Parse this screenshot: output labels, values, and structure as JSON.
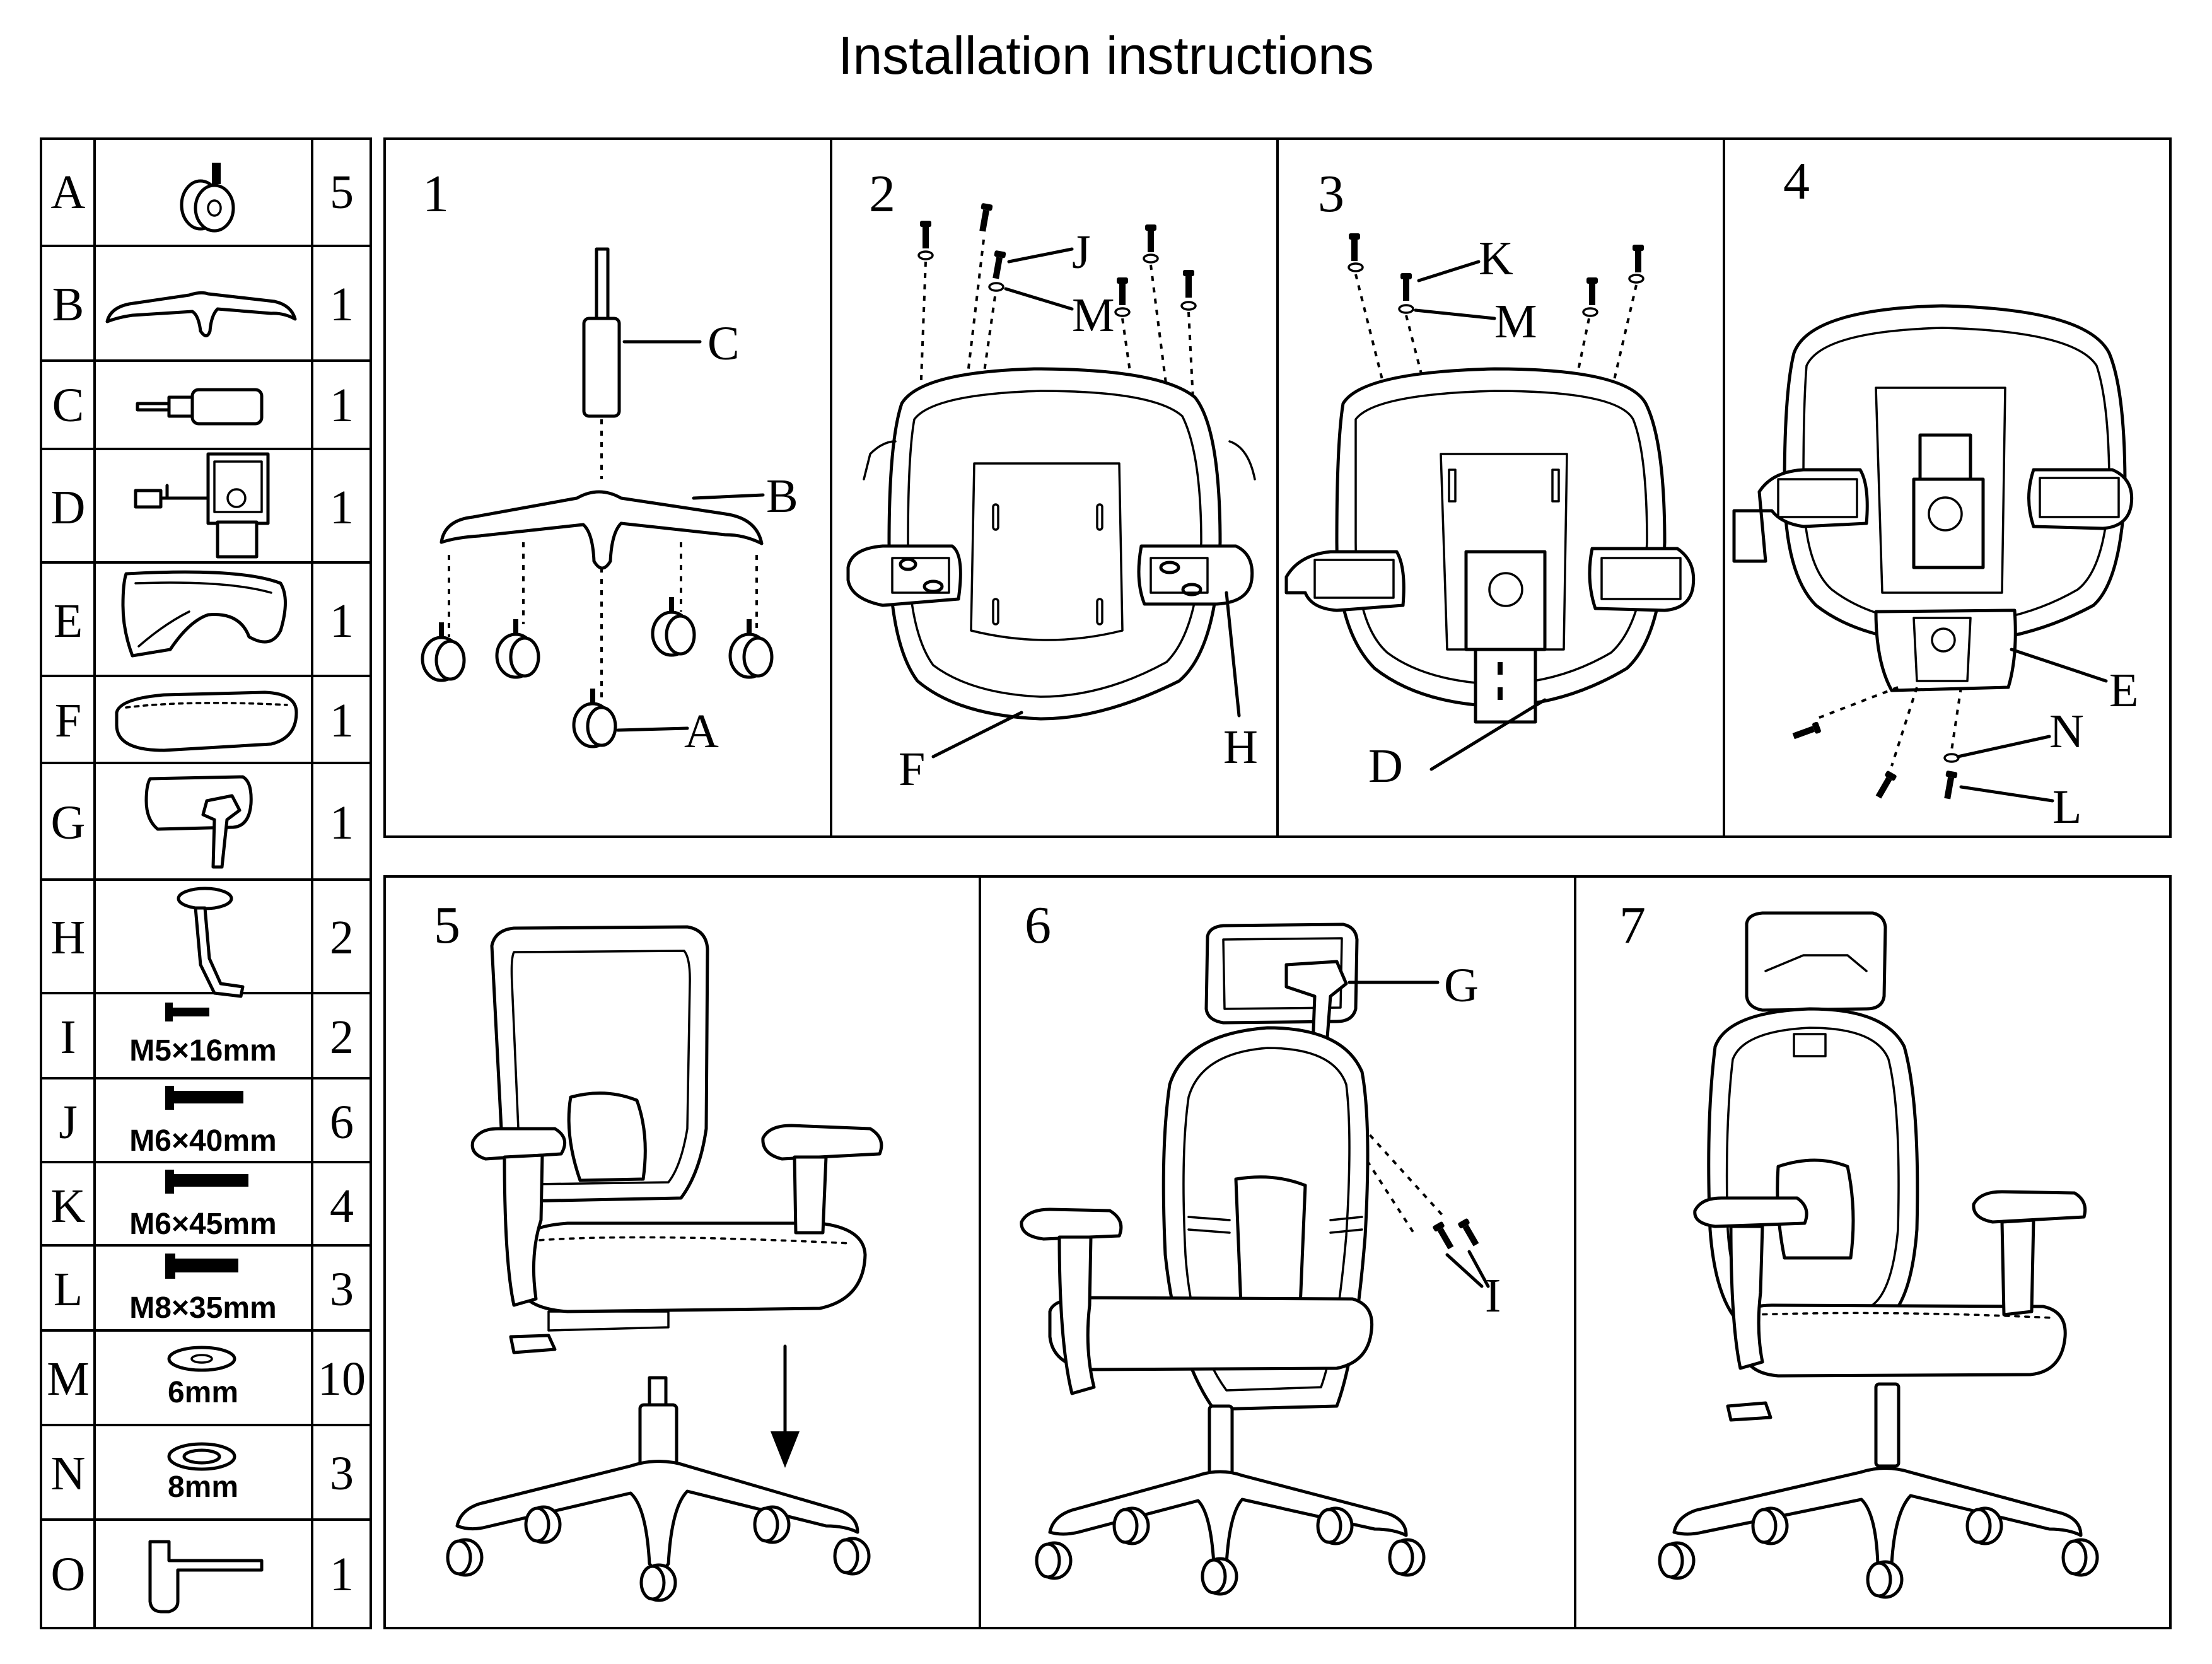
{
  "title": "Installation instructions",
  "parts": [
    {
      "letter": "A",
      "qty": "5",
      "spec": "",
      "icon": "caster-wheel-icon"
    },
    {
      "letter": "B",
      "qty": "1",
      "spec": "",
      "icon": "star-base-icon"
    },
    {
      "letter": "C",
      "qty": "1",
      "spec": "",
      "icon": "gas-cylinder-icon"
    },
    {
      "letter": "D",
      "qty": "1",
      "spec": "",
      "icon": "tilt-mechanism-icon"
    },
    {
      "letter": "E",
      "qty": "1",
      "spec": "",
      "icon": "backrest-icon"
    },
    {
      "letter": "F",
      "qty": "1",
      "spec": "",
      "icon": "seat-cushion-icon"
    },
    {
      "letter": "G",
      "qty": "1",
      "spec": "",
      "icon": "headrest-icon"
    },
    {
      "letter": "H",
      "qty": "2",
      "spec": "",
      "icon": "armrest-icon"
    },
    {
      "letter": "I",
      "qty": "2",
      "spec": "M5×16mm",
      "icon": "bolt-icon"
    },
    {
      "letter": "J",
      "qty": "6",
      "spec": "M6×40mm",
      "icon": "bolt-icon"
    },
    {
      "letter": "K",
      "qty": "4",
      "spec": "M6×45mm",
      "icon": "bolt-icon"
    },
    {
      "letter": "L",
      "qty": "3",
      "spec": "M8×35mm",
      "icon": "bolt-icon"
    },
    {
      "letter": "M",
      "qty": "10",
      "spec": "6mm",
      "icon": "washer-icon"
    },
    {
      "letter": "N",
      "qty": "3",
      "spec": "8mm",
      "icon": "washer-icon"
    },
    {
      "letter": "O",
      "qty": "1",
      "spec": "",
      "icon": "hex-key-icon"
    }
  ],
  "steps": [
    {
      "number": "1",
      "callouts": [
        "C",
        "B",
        "A"
      ]
    },
    {
      "number": "2",
      "callouts": [
        "J",
        "M",
        "F",
        "H"
      ]
    },
    {
      "number": "3",
      "callouts": [
        "K",
        "M",
        "D"
      ]
    },
    {
      "number": "4",
      "callouts": [
        "E",
        "N",
        "L"
      ]
    },
    {
      "number": "5",
      "callouts": []
    },
    {
      "number": "6",
      "callouts": [
        "G",
        "I"
      ]
    },
    {
      "number": "7",
      "callouts": []
    }
  ]
}
